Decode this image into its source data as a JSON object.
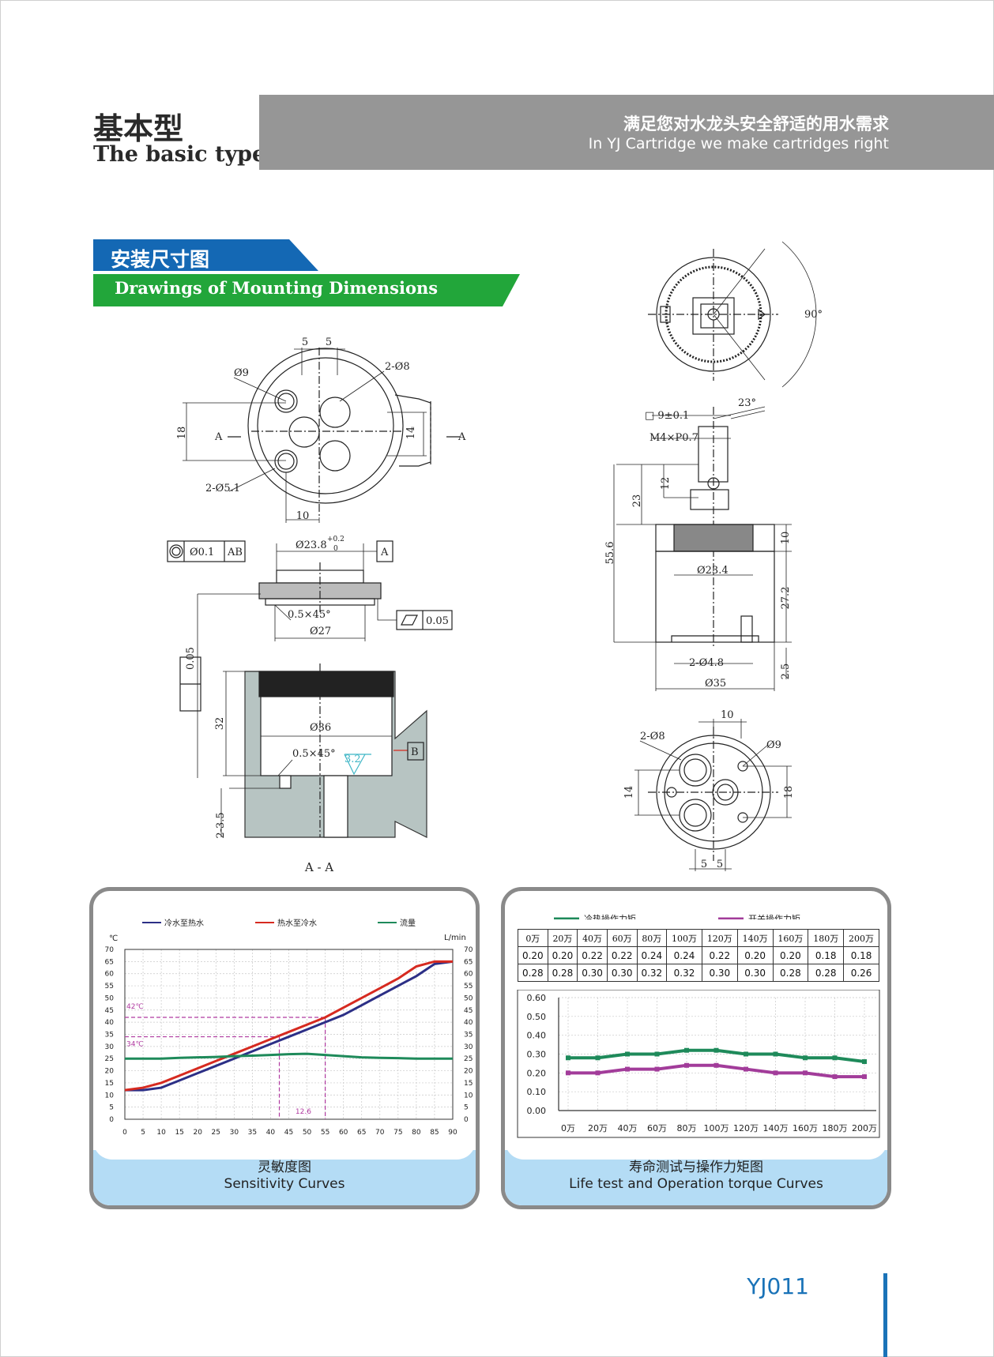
{
  "header": {
    "title_cn": "基本型",
    "title_en": "The basic type",
    "slogan_cn": "满足您对水龙头安全舒适的用水需求",
    "slogan_en": "In YJ Cartridge we make cartridges right"
  },
  "section": {
    "title_cn": "安装尺寸图",
    "title_en": "Drawings of Mounting Dimensions"
  },
  "dims": {
    "d1": "5",
    "d2": "5",
    "d3": "Ø9",
    "d4": "2-Ø8",
    "d5": "18",
    "d6": "14",
    "d7": "A",
    "d8": "A",
    "d9": "2-Ø5.1",
    "d10": "10",
    "d11": "Ø0.1",
    "d12": "AB",
    "d13": "Ø23.8",
    "d13t": "+0.2",
    "d13b": "0",
    "d14": "A",
    "d15": "0.5×45°",
    "d16": "Ø27",
    "d17": "0.05",
    "d18": "0.05",
    "d19": "32",
    "d20": "Ø36",
    "d21": "0.5×45°",
    "d22": "3.2",
    "d23": "B",
    "d24": "2-3.5",
    "d25": "A - A",
    "r1": "90°",
    "r2": "23°",
    "r3": "□ 9±0.1",
    "r4": "M4×P0.7",
    "r5": "12",
    "r6": "23",
    "r7": "55.6",
    "r8": "10",
    "r9": "Ø23.4",
    "r10": "27.2",
    "r11": "2-Ø4.8",
    "r12": "2.5",
    "r13": "Ø35",
    "r14": "10",
    "r15": "2-Ø8",
    "r16": "Ø9",
    "r17": "14",
    "r18": "18",
    "r19": "5",
    "r20": "5"
  },
  "sensitivity": {
    "caption_cn": "灵敏度图",
    "caption_en": "Sensitivity Curves",
    "left_unit": "℃",
    "right_unit": "L/min",
    "marker_42": "42℃",
    "marker_34": "34℃",
    "marker_x": "12.6",
    "chart_data": {
      "type": "line",
      "x": [
        0,
        5,
        10,
        15,
        20,
        25,
        30,
        35,
        40,
        45,
        50,
        55,
        60,
        65,
        70,
        75,
        80,
        85,
        90
      ],
      "ylim": [
        0,
        70
      ],
      "xlim": [
        0,
        90
      ],
      "grid": true,
      "legend": "top",
      "x_ticks": [
        "0",
        "5",
        "10",
        "15",
        "20",
        "25",
        "30",
        "35",
        "40",
        "45",
        "50",
        "55",
        "60",
        "65",
        "70",
        "75",
        "80",
        "85",
        "90"
      ],
      "y_ticks": [
        "0",
        "5",
        "10",
        "15",
        "20",
        "25",
        "30",
        "35",
        "40",
        "45",
        "50",
        "55",
        "60",
        "65",
        "70"
      ],
      "series": [
        {
          "name": "冷水至热水",
          "color": "#2c2f86",
          "values": [
            12,
            12,
            13,
            16,
            19,
            22,
            25,
            28,
            31,
            34,
            37,
            40,
            43,
            47,
            51,
            55,
            59,
            64,
            65
          ]
        },
        {
          "name": "热水至冷水",
          "color": "#d62a20",
          "values": [
            12,
            13,
            15,
            18,
            21,
            24,
            27,
            30,
            33,
            36,
            39,
            42,
            46,
            50,
            54,
            58,
            63,
            65,
            65
          ]
        },
        {
          "name": "流量",
          "color": "#1e8a5a",
          "values": [
            25,
            25,
            25,
            25.3,
            25.5,
            25.7,
            26,
            26.2,
            26.5,
            26.8,
            27,
            26.5,
            26,
            25.5,
            25.3,
            25.2,
            25,
            25,
            25
          ]
        }
      ]
    }
  },
  "lifetest": {
    "caption_cn": "寿命测试与操作力矩图",
    "caption_en": "Life test and Operation torque Curves",
    "table": {
      "header": [
        "0万",
        "20万",
        "40万",
        "60万",
        "80万",
        "100万",
        "120万",
        "140万",
        "160万",
        "180万",
        "200万"
      ],
      "rows": [
        [
          "0.20",
          "0.20",
          "0.22",
          "0.22",
          "0.24",
          "0.24",
          "0.22",
          "0.20",
          "0.20",
          "0.18",
          "0.18"
        ],
        [
          "0.28",
          "0.28",
          "0.30",
          "0.30",
          "0.32",
          "0.32",
          "0.30",
          "0.30",
          "0.28",
          "0.28",
          "0.26"
        ]
      ]
    },
    "chart_data": {
      "type": "line",
      "categories": [
        "0万",
        "20万",
        "40万",
        "60万",
        "80万",
        "100万",
        "120万",
        "140万",
        "160万",
        "180万",
        "200万"
      ],
      "ylim": [
        0,
        0.6
      ],
      "y_ticks": [
        "0.00",
        "0.10",
        "0.20",
        "0.30",
        "0.40",
        "0.50",
        "0.60"
      ],
      "grid": true,
      "legend": "top",
      "series": [
        {
          "name": "冷热操作力矩",
          "color": "#1e8a5a",
          "values": [
            0.28,
            0.28,
            0.3,
            0.3,
            0.32,
            0.32,
            0.3,
            0.3,
            0.28,
            0.28,
            0.26
          ]
        },
        {
          "name": "开关操作力矩",
          "color": "#a23c9a",
          "values": [
            0.2,
            0.2,
            0.22,
            0.22,
            0.24,
            0.24,
            0.22,
            0.2,
            0.2,
            0.18,
            0.18
          ]
        }
      ]
    }
  },
  "footer": {
    "model": "YJ011"
  },
  "colors": {
    "banner_gray": "#969696",
    "section_blue": "#1468b4",
    "section_green": "#22a63a",
    "caption_blue": "#b4dcf5",
    "model_blue": "#1a73b8"
  }
}
